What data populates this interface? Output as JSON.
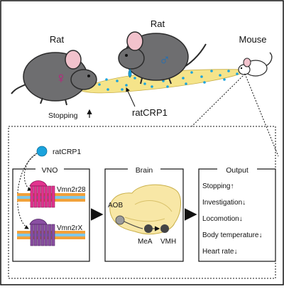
{
  "top": {
    "rat_female_label": "Rat",
    "rat_male_label": "Rat",
    "mouse_label": "Mouse",
    "stopping_text": "Stopping",
    "protein_label": "ratCRP1",
    "female_symbol": "♀",
    "male_symbol": "♂"
  },
  "legend": {
    "dot_label": "ratCRP1"
  },
  "vno": {
    "title": "VNO",
    "receptor_1": "Vmn2r28",
    "receptor_2": "Vmn2rX"
  },
  "brain": {
    "title": "Brain",
    "aob": "AOB",
    "mea": "MeA",
    "vmh": "VMH"
  },
  "output": {
    "title": "Output",
    "items": [
      {
        "text": "Stopping",
        "arrow": "↑"
      },
      {
        "text": "Investigation",
        "arrow": "↓"
      },
      {
        "text": "Locomotion",
        "arrow": "↓"
      },
      {
        "text": "Body temperature",
        "arrow": "↓"
      },
      {
        "text": "Heart rate",
        "arrow": "↓"
      }
    ]
  },
  "colors": {
    "rat_gray": "#6e6e70",
    "rat_outline": "#2b2b2b",
    "ear_pink": "#f2c2cc",
    "trail_yellow": "#f5e48a",
    "dot_blue": "#1aa3dd",
    "female_magenta": "#c4197f",
    "male_blue": "#1f6fb6",
    "brain_yellow": "#f8e7a6",
    "receptor_pink": "#e2338f",
    "receptor_purple": "#8a4fa3",
    "membrane_orange": "#f2a13a",
    "membrane_blue": "#7fc7e8"
  }
}
